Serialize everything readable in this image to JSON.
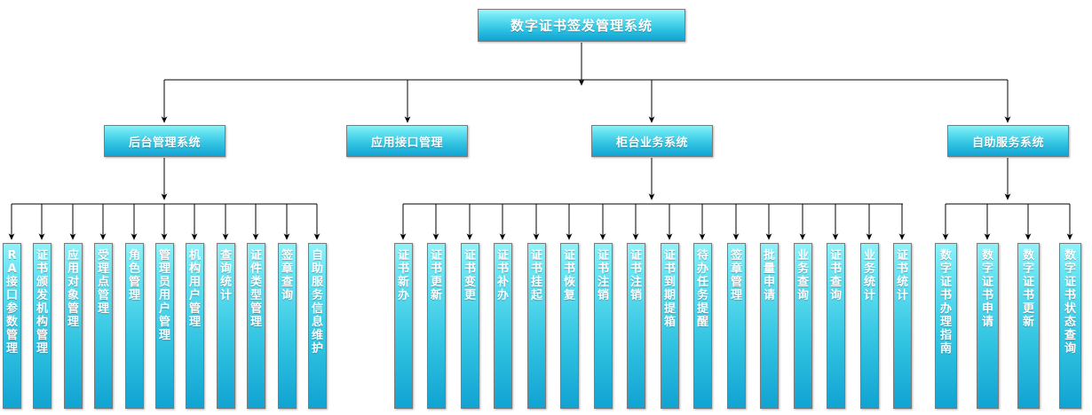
{
  "diagram": {
    "title": "数字证书签发管理系统",
    "type": "org-tree",
    "orientation": "top-down",
    "root": {
      "label": "数字证书签发管理系统"
    },
    "branches": [
      {
        "label": "后台管理系统",
        "leaves": [
          "RA接口参数管理",
          "证书颁发机构管理",
          "应用对象管理",
          "受理点管理",
          "角色管理",
          "管理员用户管理",
          "机构用户管理",
          "查询统计",
          "证件类型管理",
          "签章查询",
          "自助服务信息维护"
        ]
      },
      {
        "label": "应用接口管理",
        "leaves": []
      },
      {
        "label": "柜台业务系统",
        "leaves": [
          "证书新办",
          "证书更新",
          "证书变更",
          "证书补办",
          "证书挂起",
          "证书恢复",
          "证书注销",
          "证书注销",
          "证书到期提箱",
          "待办任务提醒",
          "签章管理",
          "批量申请",
          "业务查询",
          "证书查询",
          "业务统计",
          "证书统计"
        ]
      },
      {
        "label": "自助服务系统",
        "leaves": [
          "数字证书办理指南",
          "数字证书申请",
          "数字证书更新",
          "数字证书状态查询"
        ]
      }
    ],
    "colors": {
      "box_light": "#8ef2f8",
      "box_dark": "#11a3d2",
      "box_border": "#7b7b7b",
      "label_text": "#ffffff",
      "connector": "#000000",
      "background": "#ffffff"
    }
  }
}
